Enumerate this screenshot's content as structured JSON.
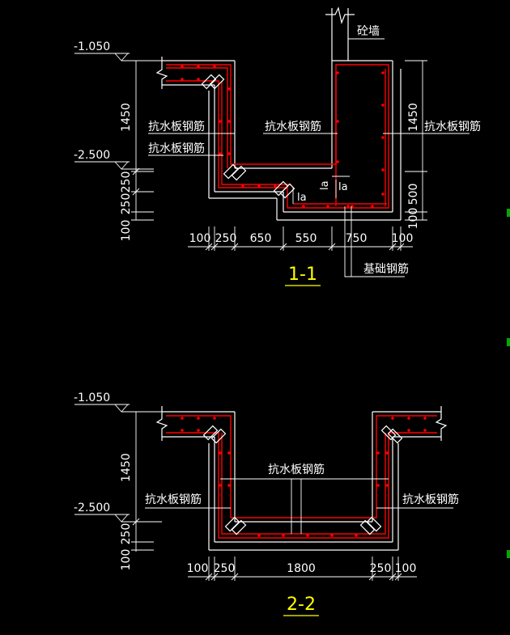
{
  "section_1": {
    "title": "1-1",
    "elev_top": "-1.050",
    "elev_mid": "-2.500",
    "wall_label": "砼墙",
    "rebar_label_1": "抗水板钢筋",
    "rebar_label_2": "抗水板钢筋",
    "rebar_label_3": "抗水板钢筋",
    "rebar_label_4": "抗水板钢筋",
    "foundation_label": "基础钢筋",
    "la_1": "la",
    "la_2": "la",
    "la_3": "la",
    "v_dims_left": [
      "1450",
      "250",
      "250",
      "100"
    ],
    "v_dims_right": [
      "1450",
      "500",
      "100"
    ],
    "h_dims": [
      "100",
      "250",
      "650",
      "550",
      "750",
      "100"
    ]
  },
  "section_2": {
    "title": "2-2",
    "elev_top": "-1.050",
    "elev_mid": "-2.500",
    "rebar_label_1": "抗水板钢筋",
    "rebar_label_2": "抗水板钢筋",
    "rebar_label_3": "抗水板钢筋",
    "v_dims_left": [
      "1450",
      "250",
      "100"
    ],
    "h_dims": [
      "100",
      "250",
      "1800",
      "250",
      "100"
    ]
  },
  "colors": {
    "background": "#000000",
    "lines": "#ffffff",
    "rebar": "#ff0000",
    "title": "#ffff00"
  }
}
